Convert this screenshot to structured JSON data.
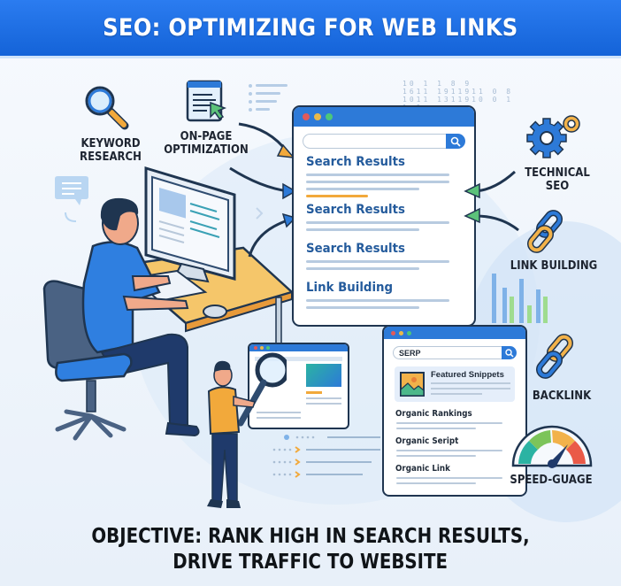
{
  "header": {
    "title": "SEO: OPTIMIZING FOR WEB LINKS"
  },
  "labels": {
    "keyword_research": [
      "KEYWORD",
      "RESEARCH"
    ],
    "on_page": [
      "ON-PAGE",
      "OPTIMIZATION"
    ],
    "technical_seo": [
      "TECHNICAL",
      "SEO"
    ],
    "link_building": "LINK BUILDING",
    "backlink": "BACKLINK",
    "speed_gauge": "SPEED-GUAGE"
  },
  "browser": {
    "results": [
      "Search Results",
      "Search Results",
      "Search Results",
      "Link Building"
    ]
  },
  "serp": {
    "search_value": "SERP",
    "featured": "Featured Snippets",
    "items": [
      "Organic Rankings",
      "Organic Seript",
      "Organic Link"
    ]
  },
  "objective": {
    "line1": "OBJECTIVE: RANK HIGH IN SEARCH RESULTS,",
    "line2": "DRIVE TRAFFIC TO WEBSITE"
  },
  "colors": {
    "header_blue": "#1a6ee0",
    "accent_orange": "#f2a93b",
    "accent_green": "#5cc27a",
    "link_blue": "#245b9c"
  }
}
